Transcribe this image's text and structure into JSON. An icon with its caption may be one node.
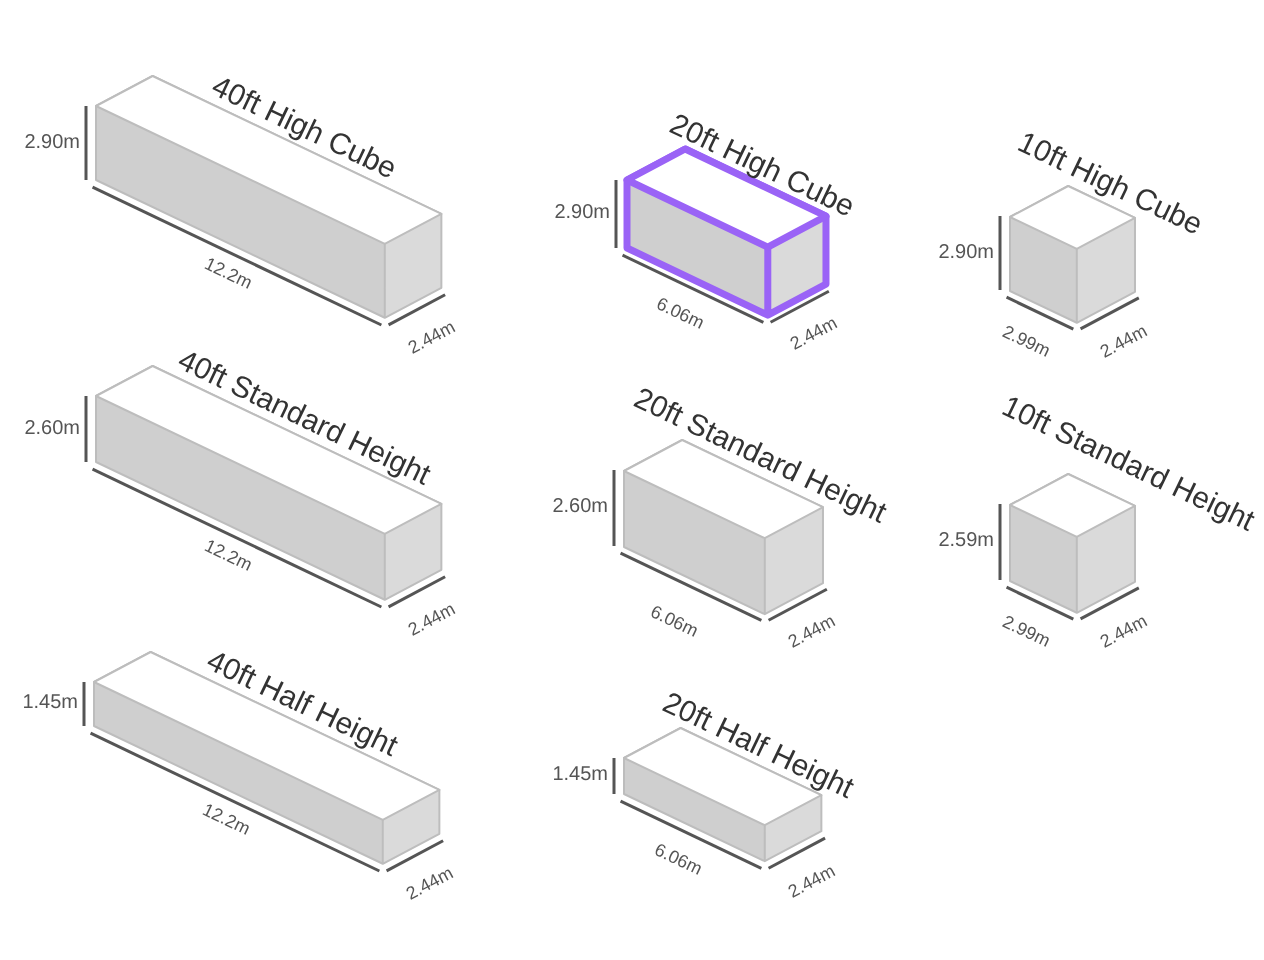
{
  "diagram": {
    "nodes": [
      {
        "text": [
          "40ft High Cube"
        ],
        "beside": [
          "2.90m",
          "12.2m",
          "2.44m"
        ]
      },
      {
        "text": [
          "20ft High Cube"
        ],
        "beside": [
          "2.90m",
          "6.06m",
          "2.44m"
        ]
      },
      {
        "text": [
          "10ft High Cube"
        ],
        "beside": [
          "2.90m",
          "2.99m",
          "2.44m"
        ]
      },
      {
        "text": [
          "40ft Standard Height"
        ],
        "beside": [
          "2.60m",
          "12.2m",
          "2.44m"
        ]
      },
      {
        "text": [
          "20ft Standard Height"
        ],
        "beside": [
          "2.60m",
          "6.06m",
          "2.44m"
        ]
      },
      {
        "text": [
          "10ft Standard Height"
        ],
        "beside": [
          "2.59m",
          "2.99m",
          "2.44m"
        ]
      },
      {
        "text": [
          "40ft Half Height"
        ],
        "beside": [
          "1.45m",
          "12.2m",
          "2.44m"
        ]
      },
      {
        "text": [
          "20ft Half Height"
        ],
        "beside": [
          "1.45m",
          "6.06m",
          "2.44m"
        ]
      }
    ]
  }
}
